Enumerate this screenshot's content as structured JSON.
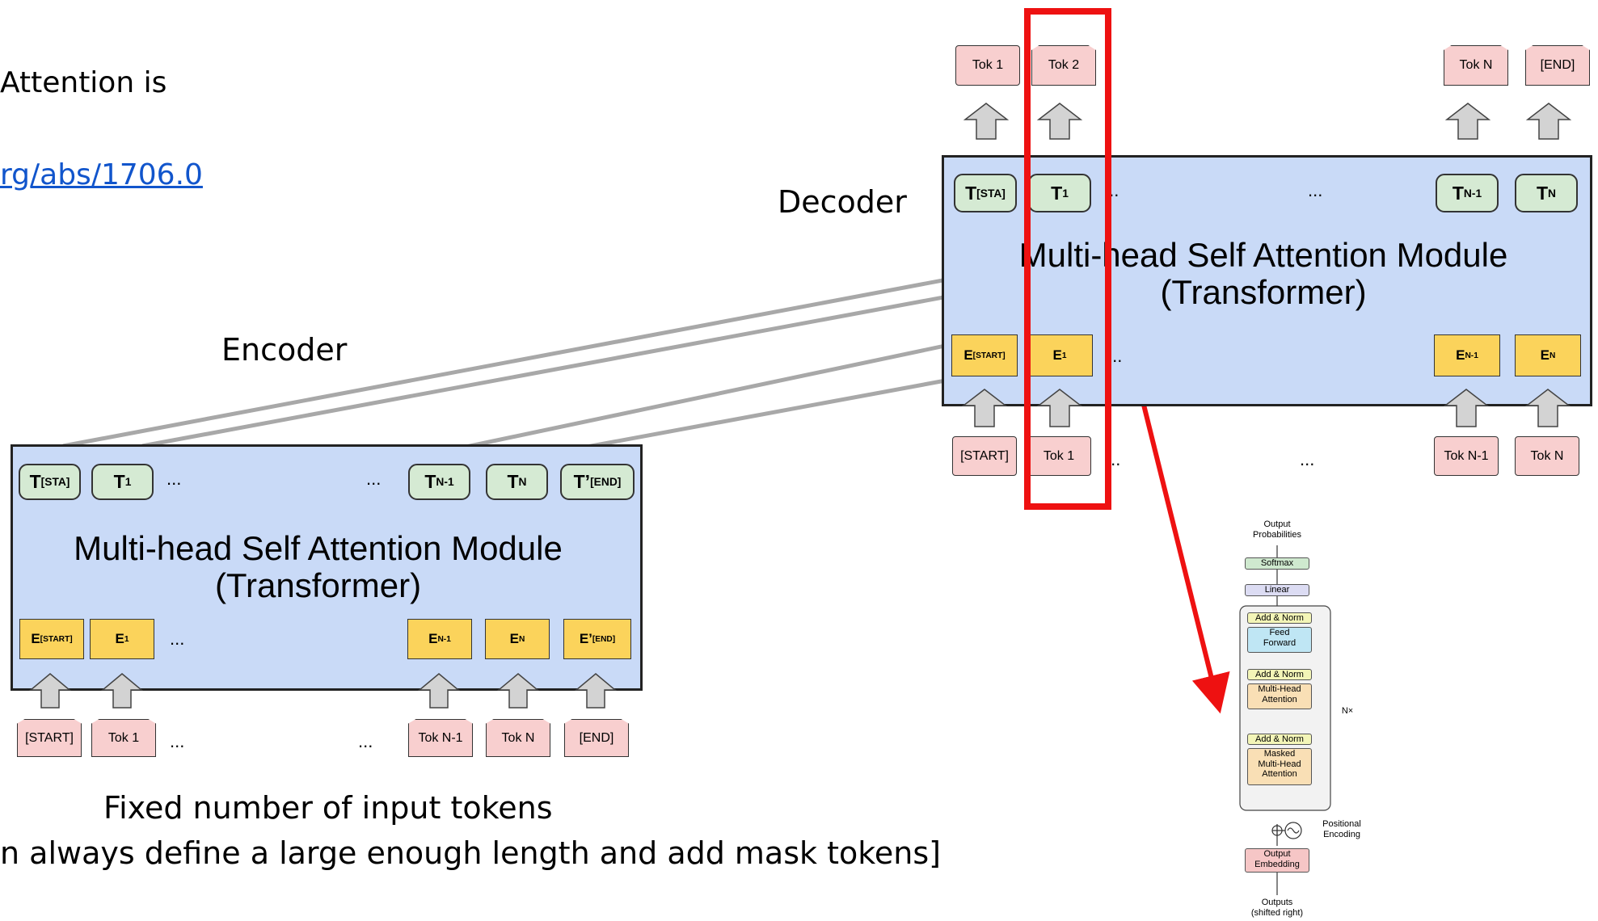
{
  "left_text": {
    "line1": "Attention is",
    "link": "rg/abs/1706.0",
    "encoder_label": "Encoder",
    "decoder_label": "Decoder",
    "caption1": "Fixed number of input tokens",
    "caption2": "n always define a large enough length and add mask tokens]"
  },
  "encoder": {
    "title_line1": "Multi-head Self Attention Module",
    "title_line2": "(Transformer)",
    "outputs": [
      {
        "main": "T",
        "sub": "[STA]"
      },
      {
        "main": "T",
        "sub": "1"
      },
      {
        "main": "T",
        "sub": "N-1"
      },
      {
        "main": "T",
        "sub": "N"
      },
      {
        "main": "T’",
        "sub": "[END]"
      }
    ],
    "embeddings": [
      {
        "main": "E",
        "sub": "[START]"
      },
      {
        "main": "E",
        "sub": "1"
      },
      {
        "main": "E",
        "sub": "N-1"
      },
      {
        "main": "E",
        "sub": "N"
      },
      {
        "main": "E’",
        "sub": "[END]"
      }
    ],
    "inputs": [
      "[START]",
      "Tok 1",
      "Tok N-1",
      "Tok N",
      "[END]"
    ],
    "ellipsis": "..."
  },
  "decoder": {
    "title_line1": "Multi-head Self Attention Module",
    "title_line2": "(Transformer)",
    "outputs": [
      {
        "main": "T",
        "sub": "[STA]"
      },
      {
        "main": "T",
        "sub": "1"
      },
      {
        "main": "T",
        "sub": "N-1"
      },
      {
        "main": "T",
        "sub": "N"
      }
    ],
    "embeddings": [
      {
        "main": "E",
        "sub": "[START]"
      },
      {
        "main": "E",
        "sub": "1"
      },
      {
        "main": "E",
        "sub": "N-1"
      },
      {
        "main": "E",
        "sub": "N"
      }
    ],
    "inputs": [
      "[START]",
      "Tok 1",
      "Tok N-1",
      "Tok N"
    ],
    "top_tokens": [
      "Tok 1",
      "Tok 2",
      "Tok N",
      "[END]"
    ],
    "ellipsis": "..."
  },
  "mini_diagram": {
    "output_probs": "Output\nProbabilities",
    "softmax": "Softmax",
    "linear": "Linear",
    "add_norm": "Add & Norm",
    "feed_forward": "Feed\nForward",
    "mha": "Multi-Head\nAttention",
    "masked_mha": "Masked\nMulti-Head\nAttention",
    "nx": "N×",
    "positional": "Positional\nEncoding",
    "output_embedding": "Output\nEmbedding",
    "outputs": "Outputs\n(shifted right)"
  },
  "colors": {
    "module_bg": "#c9daf7",
    "token_pink": "#f8cfcf",
    "output_green": "#d5ead3",
    "embedding_yellow": "#fbd35b",
    "highlight_red": "#ee1111",
    "link_blue": "#1155cc"
  }
}
